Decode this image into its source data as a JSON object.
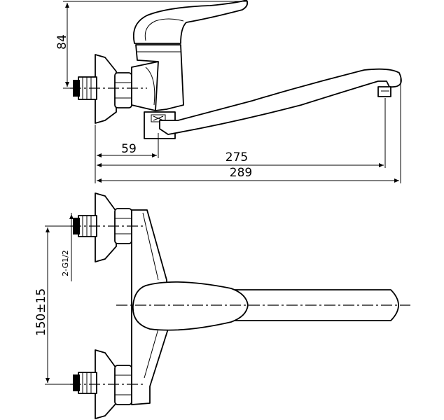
{
  "dimensions": {
    "height_handle": "84",
    "offset_inlet": "59",
    "spout_reach": "275",
    "overall_length": "289",
    "thread_spec": "2-G1/2",
    "inlet_spacing": "150±15"
  }
}
